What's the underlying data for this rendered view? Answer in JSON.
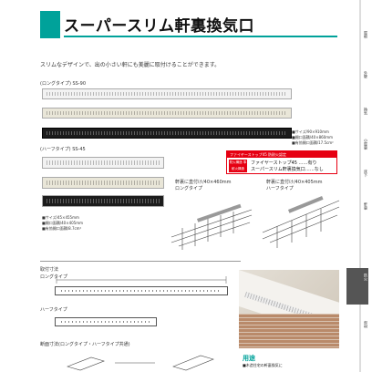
{
  "header": {
    "title": "スーパースリム軒裏換気口"
  },
  "intro": "スリムなデザインで、出の小さい軒にも美麗に取付けることができます。",
  "long_type": {
    "label": "(ロングタイプ) SS-90",
    "specs": [
      "■サイズ/90×910mm",
      "■開口面積/40×860mm",
      "■有効開口面積/17.5cm²"
    ]
  },
  "half_type": {
    "label": "(ハーフタイプ) SS-45",
    "specs": [
      "■サイズ/45×455mm",
      "■開口面積/40×405mm",
      "■有効開口面積/8.7cm²"
    ]
  },
  "notice": {
    "header": "ファイヤーストップ45 防耐火認定",
    "tag": "防火構造 準耐火構造",
    "line1": "ファイヤーストップ45 ……有り",
    "line2": "スーパースリム軒裏換気口……なし"
  },
  "diagrams": {
    "left_caption": "軒裏に直付け/40×460mm",
    "left_sub": "ロングタイプ",
    "right_caption": "軒裏に直付け/40×405mm",
    "right_sub": "ハーフタイプ"
  },
  "dimensions": {
    "heading": "取付寸法",
    "long_label": "ロングタイプ",
    "half_label": "ハーフタイプ",
    "section_label": "断面寸法(ロングタイプ・ハーフタイプ共通)"
  },
  "usage": {
    "mark": "用途",
    "text": "■木造住宅の軒裏換気に"
  },
  "sidebar": {
    "tabs": [
      "屋根",
      "外壁",
      "換気",
      "小屋裏",
      "床下",
      "軒裏",
      "防火",
      "部材"
    ]
  },
  "colors": {
    "accent": "#00a29a",
    "notice": "#e60012"
  }
}
